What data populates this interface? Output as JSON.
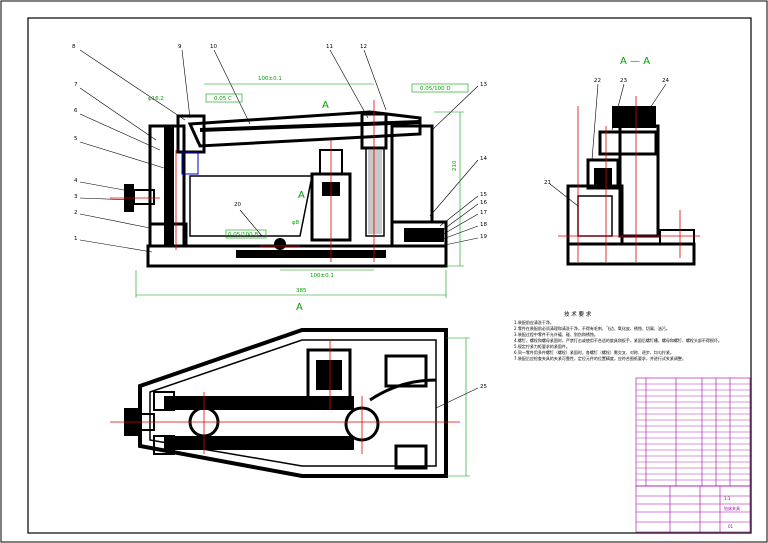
{
  "drawing": {
    "part_labels": [
      "1",
      "2",
      "3",
      "4",
      "5",
      "6",
      "7",
      "8",
      "9",
      "10",
      "11",
      "12",
      "13",
      "14",
      "15",
      "16",
      "17",
      "18",
      "19",
      "20",
      "21",
      "22",
      "23",
      "24",
      "25"
    ],
    "section_title": "A — A",
    "section_marker": "A",
    "dims": {
      "width_385": "385",
      "height_210": "210",
      "length_100": "100±0.1",
      "top_100": "100±0.1",
      "phi_small": "φ8",
      "phi_top": "φ16.2",
      "tol_top": "0.05 C",
      "tol_mid": "0.05/100 B",
      "tol_right": "0.05/100 D"
    },
    "notes_title": "技 术 要 求",
    "notes": [
      "1.装配前应清洗干净。",
      "2.零件在装配前必须清理和清洗干净，不得有毛刺、飞边、氧化皮、锈蚀、切屑、油污。",
      "3.装配过程中零件不允许磕、碰、划伤和锈蚀。",
      "4.螺钉、螺栓和螺母紧固时，严禁打击或使用不合适的旋具和扳手，紧固后螺钉槽、螺母和螺钉、螺栓头部不得损坏。",
      "5.规定拧紧力矩要求的紧固件。",
      "6.同一零件用多件螺钉（螺栓）紧固时，各螺钉（螺栓）需交叉、对称、逐步、均匀拧紧。",
      "7.装配后应检查夹具的夹紧可靠性，定位元件的位置精度，应符合图纸要求，并进行试夹紧调整。"
    ],
    "title_block": {
      "name": "钻床夹具",
      "drawing_no": "01",
      "scale": "1:1"
    }
  },
  "colors": {
    "line": "#000000",
    "dimension": "#00a000",
    "center": "#e00000",
    "hatch": "#0000c0",
    "table": "#a000a0"
  }
}
